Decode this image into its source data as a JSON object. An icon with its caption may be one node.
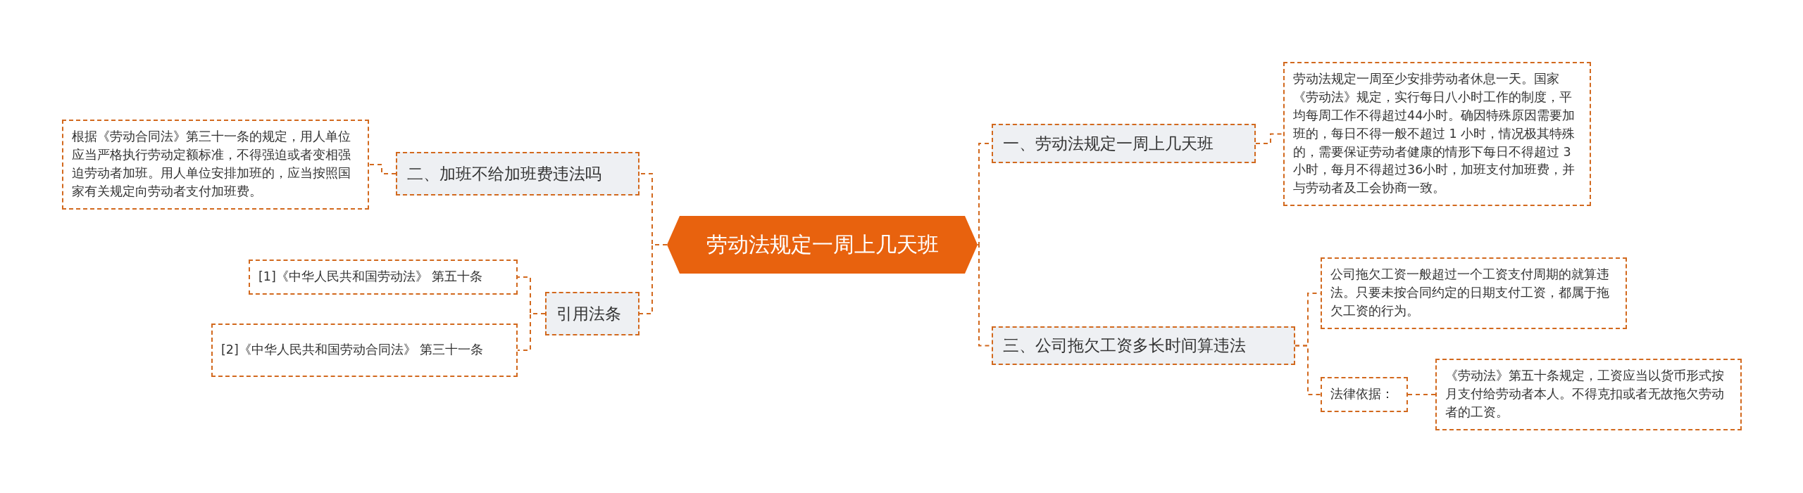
{
  "diagram": {
    "nodes": [
      {
        "text": [
          "劳动法规定一周上几天班"
        ]
      },
      {
        "text": [
          "一、劳动法规定一周上几天班"
        ]
      },
      {
        "text": [
          "劳动法规定一周至少安排劳动者休息一天。国家《劳动法》规定，实行每日八小时工作的制度，平均每周工作不得超过44小时。确因特殊原因需要加班的，每日不得一般不超过 1 小时，情况极其特殊的，需要保证劳动者健康的情形下每日不得超过 3 小时，每月不得超过36小时，加班支付加班费，并与劳动者及工会协商一致。"
        ]
      },
      {
        "text": [
          "三、公司拖欠工资多长时间算违法"
        ]
      },
      {
        "text": [
          "公司拖欠工资一般超过一个工资支付周期的就算违法。只要未按合同约定的日期支付工资，都属于拖欠工资的行为。"
        ]
      },
      {
        "text": [
          "法律依据："
        ]
      },
      {
        "text": [
          "《劳动法》第五十条规定，工资应当以货币形式按月支付给劳动者本人。不得克扣或者无故拖欠劳动者的工资。"
        ]
      },
      {
        "text": [
          "二、加班不给加班费违法吗"
        ]
      },
      {
        "text": [
          "根据《劳动合同法》第三十一条的规定，用人单位应当严格执行劳动定额标准，不得强迫或者变相强迫劳动者加班。用人单位安排加班的，应当按照国家有关规定向劳动者支付加班费。"
        ]
      },
      {
        "text": [
          "引用法条"
        ]
      },
      {
        "text": [
          "[1]《中华人民共和国劳动法》 第五十条"
        ]
      },
      {
        "text": [
          "[2]《中华人民共和国劳动合同法》 第三十一条"
        ]
      }
    ],
    "edges": [
      {
        "from": 0,
        "to": 1,
        "arrow": "none"
      },
      {
        "from": 1,
        "to": 2,
        "arrow": "none"
      },
      {
        "from": 0,
        "to": 3,
        "arrow": "none"
      },
      {
        "from": 3,
        "to": 4,
        "arrow": "none"
      },
      {
        "from": 3,
        "to": 5,
        "arrow": "none"
      },
      {
        "from": 5,
        "to": 6,
        "arrow": "none"
      },
      {
        "from": 0,
        "to": 7,
        "arrow": "none"
      },
      {
        "from": 7,
        "to": 8,
        "arrow": "none"
      },
      {
        "from": 0,
        "to": 9,
        "arrow": "none"
      },
      {
        "from": 9,
        "to": 10,
        "arrow": "none"
      },
      {
        "from": 9,
        "to": 11,
        "arrow": "none"
      }
    ]
  }
}
